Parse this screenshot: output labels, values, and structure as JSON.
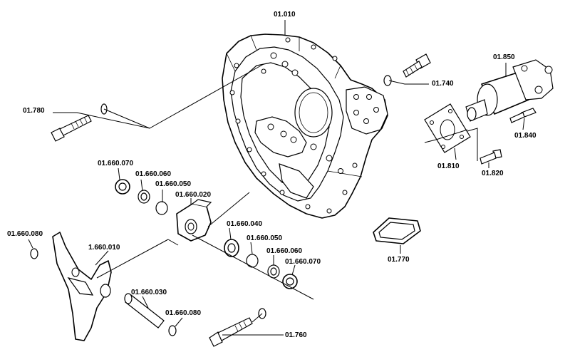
{
  "diagram": {
    "labels": {
      "p01010": "01.010",
      "p01780": "01.780",
      "p01740": "01.740",
      "p01850": "01.850",
      "p01840": "01.840",
      "p01810": "01.810",
      "p01820": "01.820",
      "p01660070a": "01.660.070",
      "p01660060a": "01.660.060",
      "p01660050a": "01.660.050",
      "p01660020": "01.660.020",
      "p01660080a": "01.660.080",
      "p1660010": "1.660.010",
      "p01660040": "01.660.040",
      "p01660050b": "01.660.050",
      "p01660060b": "01.660.060",
      "p01660070b": "01.660.070",
      "p01770": "01.770",
      "p01660030": "01.660.030",
      "p01660080b": "01.660.080",
      "p01760": "01.760"
    }
  }
}
